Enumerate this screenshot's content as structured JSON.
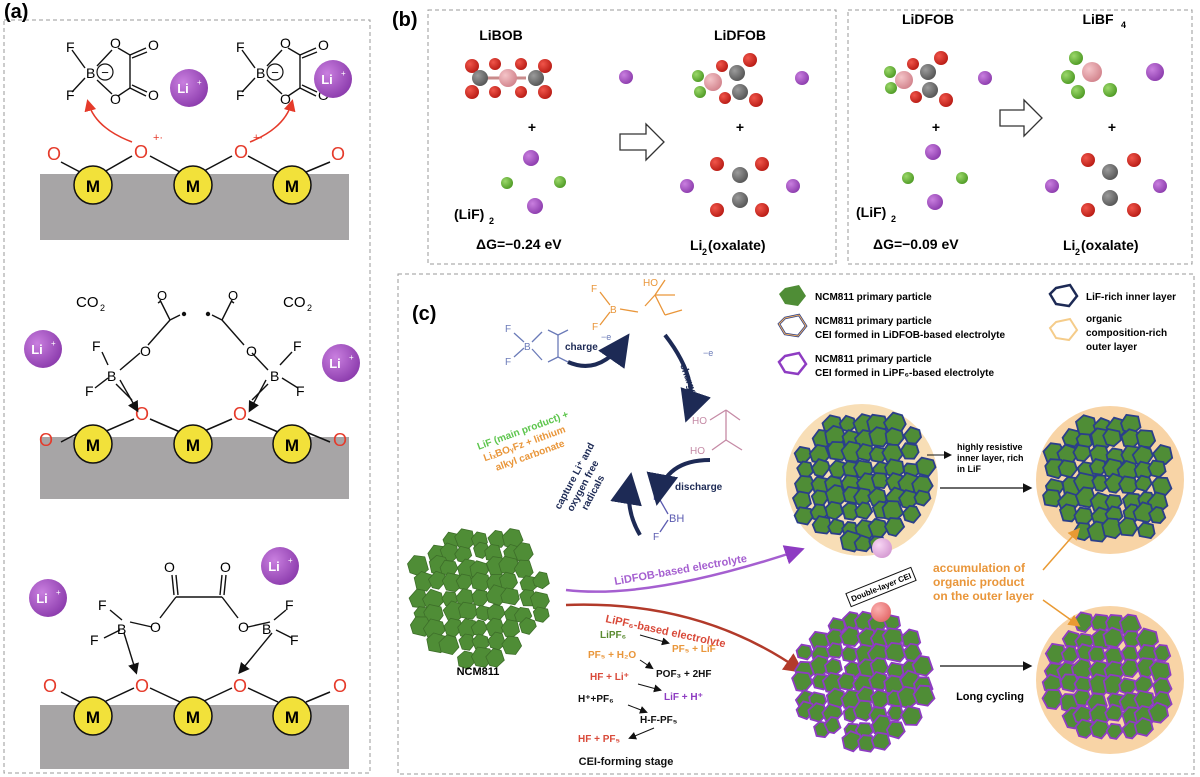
{
  "panel_a": {
    "label": "(a)",
    "metal": "M",
    "oxygen": "O",
    "li": "Li",
    "li_sup": "+",
    "radical_mark": "+·",
    "co2": "CO",
    "co2_sub": "2",
    "atoms": {
      "F": "F",
      "B": "B",
      "O": "O",
      "minus": "−"
    }
  },
  "panel_b": {
    "label": "(b)",
    "left_title_1": "LiBOB",
    "left_title_2": "LiDFOB",
    "right_title_1": "LiDFOB",
    "right_title_2": "LiBF",
    "right_title_2_sub": "4",
    "plus": "+",
    "lif": "(LiF)",
    "lif_sub": "2",
    "dg_left": "ΔG=−0.24 eV",
    "dg_right": "ΔG=−0.09 eV",
    "li2ox_pre": "Li",
    "li2ox_sub": "2",
    "li2ox_post": "(oxalate)"
  },
  "panel_c": {
    "label": "(c)",
    "charge1": "charge",
    "charge2": "charge",
    "minus_e": "−e",
    "discharge": "discharge",
    "capture_1": "capture Li⁺ and",
    "capture_2": "oxygen free",
    "capture_3": "radicals",
    "lif_main": "LiF (main product) +",
    "lixbo": "LiₓBOᵧFz + lithium",
    "alkyl": "alkyl carbonate",
    "ho": "HO",
    "bh": "BH",
    "ncm_label": "NCM811",
    "lidfob_electrolyte": "LiDFOB-based electrolyte",
    "lipf6_electrolyte": "LiPF₆-based electrolyte",
    "rxn1_a": "LiPF₆",
    "rxn1_b": "PF₅ + LiF",
    "rxn2_a": "PF₅ + H₂O",
    "rxn2_b": "POF₃ + 2HF",
    "rxn3_a": "HF + Li⁺",
    "rxn3_b": "LiF + H⁺",
    "rxn4_a": "H⁺+PF₆",
    "rxn4_b": "H-F-PF₅",
    "rxn5_a": "HF + PF₅",
    "cei_stage": "CEI-forming stage",
    "legend_1": "NCM811 primary particle",
    "legend_2a": "NCM811 primary particle",
    "legend_2b": "CEI formed in LiDFOB-based electrolyte",
    "legend_3a": "NCM811 primary particle",
    "legend_3b": "CEI formed in LiPF₆-based electrolyte",
    "legend_4": "LiF-rich inner layer",
    "legend_5a": "organic",
    "legend_5b": "composition-rich",
    "legend_5c": "outer layer",
    "resistive_1": "highly resistive",
    "resistive_2": "inner layer, rich",
    "resistive_3": "in LiF",
    "double_layer": "Double-layer CEI",
    "accum_1": "accumulation of",
    "accum_2": "organic product",
    "accum_3": "on the outer layer",
    "long_cycling": "Long cycling"
  },
  "colors": {
    "metal_fill": "#f2e13a",
    "li_fill": "#a34ec2",
    "oxygen_red": "#e53a2a",
    "substrate": "#a7a5a6",
    "particle_green": "#4f8d36",
    "lidfob_blue": "#2b3f8a",
    "lipf6_purple": "#8e3cc2",
    "organic_orange": "#f3b05c",
    "carbon_gray": "#6e6e6e",
    "boron_pink": "#e8a0a8",
    "fluorine_green": "#6dbb3c"
  }
}
